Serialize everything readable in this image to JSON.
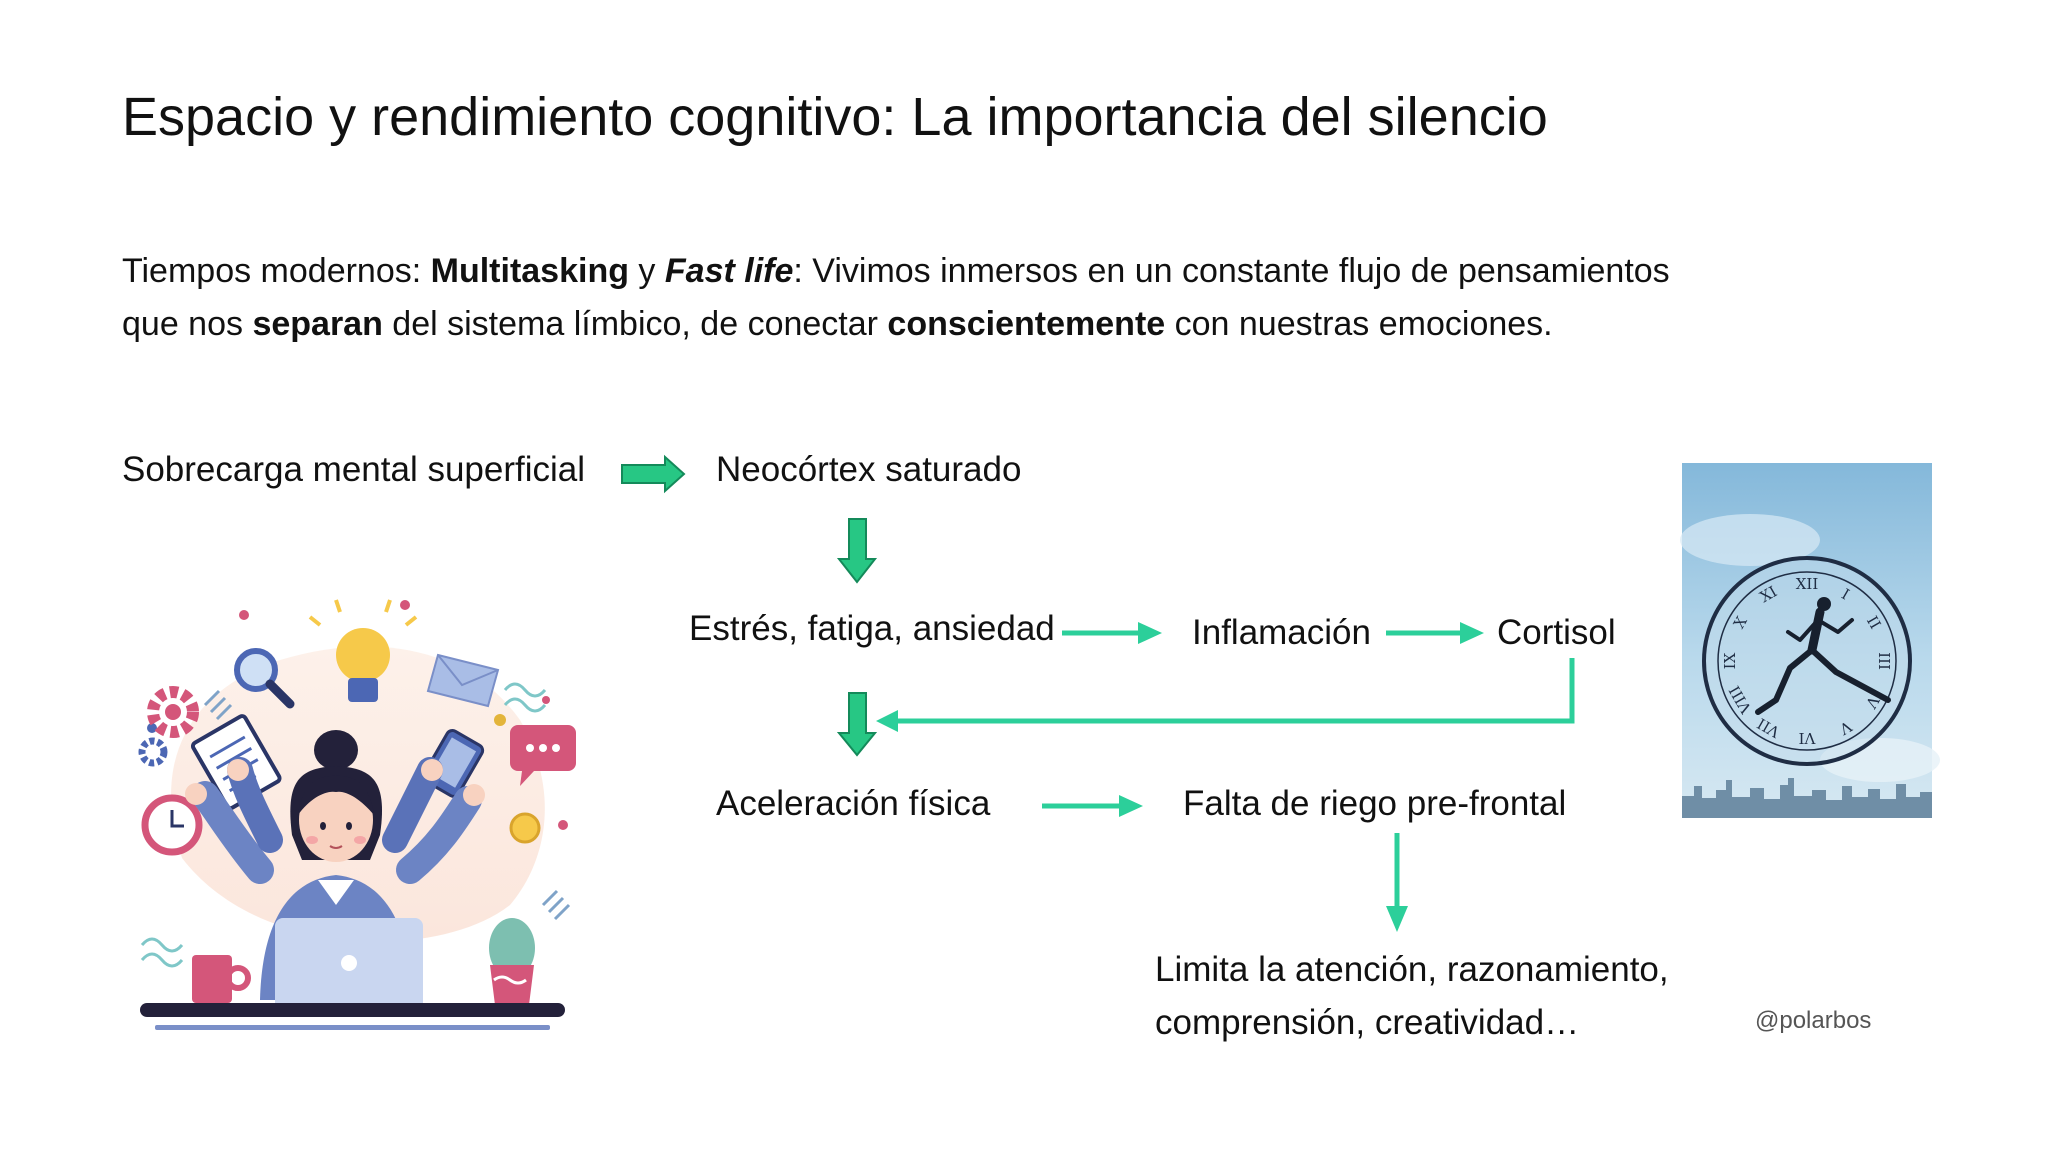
{
  "slide": {
    "title": "Espacio y rendimiento cognitivo: La importancia del silencio",
    "intro": {
      "line1": {
        "p1": "Tiempos modernos: ",
        "b1": "Multitasking",
        "p2": " y ",
        "bi1": "Fast life",
        "p3": ": Vivimos inmersos en un constante flujo de pensamientos"
      },
      "line2": {
        "p1": "que nos ",
        "b1": "separan",
        "p2": " del sistema límbico, de conectar ",
        "b2": "conscientemente",
        "p3": " con nuestras emociones."
      }
    },
    "flow": {
      "sobrecarga": "Sobrecarga mental superficial",
      "neocortex": "Neocórtex saturado",
      "estres": "Estrés, fatiga, ansiedad",
      "inflamacion": "Inflamación",
      "cortisol": "Cortisol",
      "aceleracion": "Aceleración física",
      "falta_riego": "Falta de riego pre-frontal",
      "limita_l1": "Limita la atención, razonamiento,",
      "limita_l2": "comprensión, creatividad…"
    },
    "clock_numerals": [
      "XII",
      "I",
      "II",
      "III",
      "IV",
      "V",
      "VI",
      "VII",
      "VIII",
      "IX",
      "X",
      "XI"
    ],
    "handle": "@polarbos",
    "colors": {
      "arrow_green": "#2ccf9a",
      "arrow_block": "#27c784",
      "sky": "#a9cfe6",
      "hair": "#23213a",
      "jacket": "#6c84c4"
    }
  }
}
